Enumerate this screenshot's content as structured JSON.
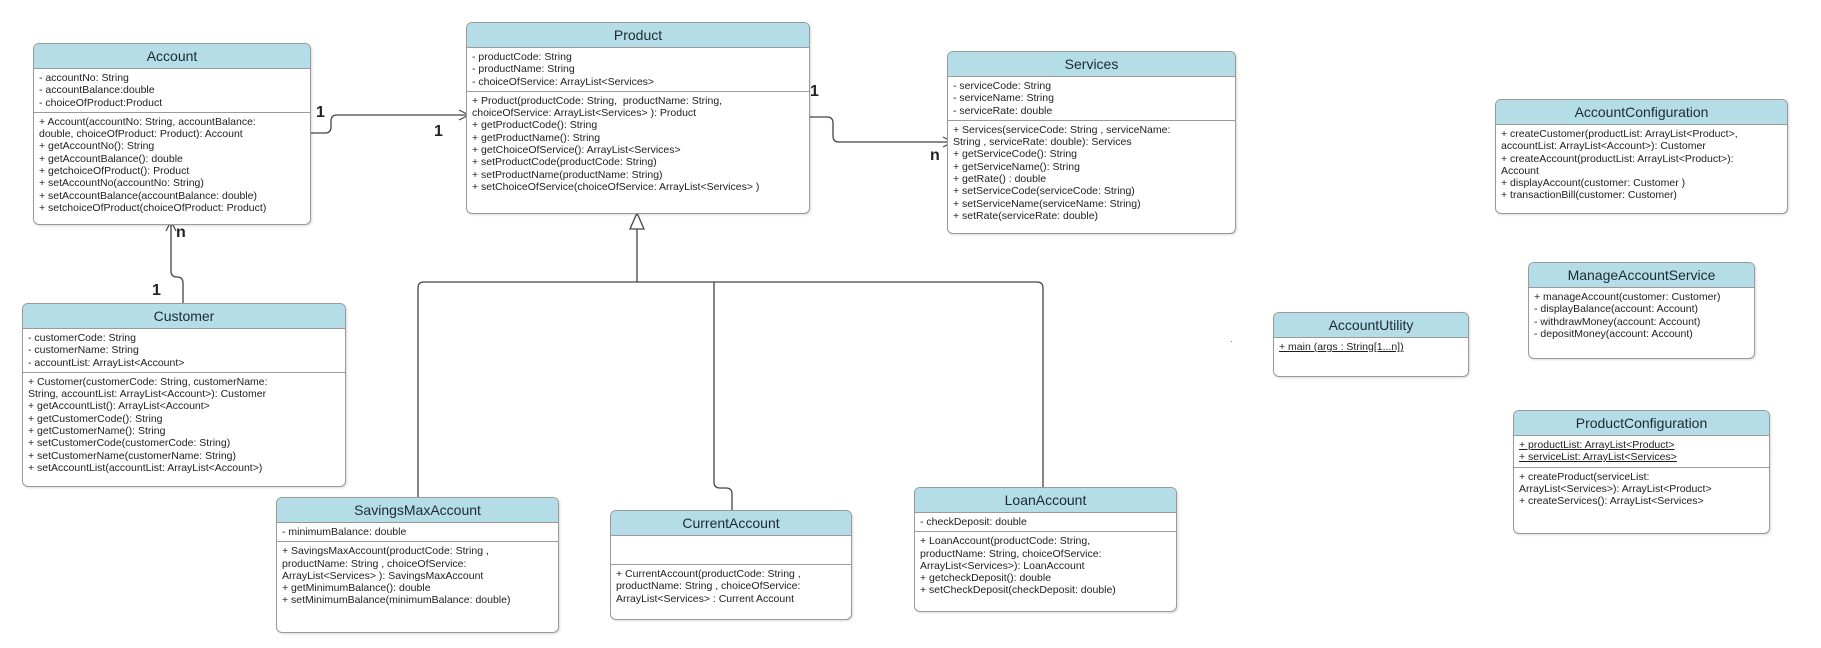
{
  "classes": {
    "account": {
      "name": "Account",
      "attributes": [
        "- accountNo: String",
        "- accountBalance:double",
        "- choiceOfProduct:Product"
      ],
      "operations": [
        "+ Account(accountNo: String, accountBalance:",
        "double, choiceOfProduct: Product): Account",
        "+ getAccountNo(): String",
        "+ getAccountBalance(): double",
        "+ getchoiceOfProduct(): Product",
        "+ setAccountNo(accountNo: String)",
        "+ setAccountBalance(accountBalance: double)",
        "+ setchoiceOfProduct(choiceOfProduct: Product)"
      ]
    },
    "product": {
      "name": "Product",
      "attributes": [
        "- productCode: String",
        "- productName: String",
        "- choiceOfService: ArrayList<Services>"
      ],
      "operations": [
        "+ Product(productCode: String,  productName: String,",
        "choiceOfService: ArrayList<Services> ): Product",
        "+ getProductCode(): String",
        "+ getProductName(): String",
        "+ getChoiceOfService(): ArrayList<Services>",
        "+ setProductCode(productCode: String)",
        "+ setProductName(productName: String)",
        "+ setChoiceOfService(choiceOfService: ArrayList<Services> )"
      ]
    },
    "services": {
      "name": "Services",
      "attributes": [
        "- serviceCode: String",
        "- serviceName: String",
        "- serviceRate: double"
      ],
      "operations": [
        "+ Services(serviceCode: String , serviceName:",
        "String , serviceRate: double): Services",
        "+ getServiceCode(): String",
        "+ getServiceName(): String",
        "+ getRate() : double",
        "+ setServiceCode(serviceCode: String)",
        "+ setServiceName(serviceName: String)",
        "+ setRate(serviceRate: double)"
      ]
    },
    "customer": {
      "name": "Customer",
      "attributes": [
        "- customerCode: String",
        "- customerName: String",
        "- accountList: ArrayList<Account>"
      ],
      "operations": [
        "+ Customer(customerCode: String, customerName:",
        "String, accountList: ArrayList<Account>): Customer",
        "+ getAccountList(): ArrayList<Account>",
        "+ getCustomerCode(): String",
        "+ getCustomerName(): String",
        "+ setCustomerCode(customerCode: String)",
        "+ setCustomerName(customerName: String)",
        "+ setAccountList(accountList: ArrayList<Account>)"
      ]
    },
    "savings": {
      "name": "SavingsMaxAccount",
      "attributes": [
        "- minimumBalance: double"
      ],
      "operations": [
        "+ SavingsMaxAccount(productCode: String ,",
        "productName: String , choiceOfService:",
        "ArrayList<Services> ): SavingsMaxAccount",
        "+ getMinimumBalance(): double",
        "+ setMinimumBalance(minimumBalance: double)"
      ]
    },
    "current": {
      "name": "CurrentAccount",
      "attributes": [
        ""
      ],
      "operations": [
        "+ CurrentAccount(productCode: String ,",
        "productName: String , choiceOfService:",
        "ArrayList<Services> : Current Account"
      ]
    },
    "loan": {
      "name": "LoanAccount",
      "attributes": [
        "- checkDeposit: double"
      ],
      "operations": [
        "+ LoanAccount(productCode: String,",
        "productName: String, choiceOfService:",
        "ArrayList<Services>): LoanAccount",
        "+ getcheckDeposit(): double",
        "+ setCheckDeposit(checkDeposit: double)"
      ]
    },
    "accountConfiguration": {
      "name": "AccountConfiguration",
      "operations": [
        "+ createCustomer(productList: ArrayList<Product>,",
        "accountList: ArrayList<Account>): Customer",
        "+ createAccount(productList: ArrayList<Product>):",
        "Account",
        "+ displayAccount(customer: Customer )",
        "+ transactionBill(customer: Customer)"
      ]
    },
    "manageAccountService": {
      "name": "ManageAccountService",
      "operations": [
        "+ manageAccount(customer: Customer)",
        "- displayBalance(account: Account)",
        "- withdrawMoney(account: Account)",
        "- depositMoney(account: Account)"
      ]
    },
    "accountUtility": {
      "name": "AccountUtility",
      "operations": [
        "+ main (args : String[1...n])"
      ]
    },
    "productConfiguration": {
      "name": "ProductConfiguration",
      "attributes": [
        "+ productList: ArrayList<Product>",
        "+ serviceList: ArrayList<Services>"
      ],
      "operations": [
        "+ createProduct(serviceList:",
        "ArrayList<Services>): ArrayList<Product>",
        "+ createServices(): ArrayList<Services>"
      ]
    }
  },
  "multiplicities": {
    "account_product_account_end": "1",
    "account_product_product_end": "1",
    "product_services_product_end": "1",
    "product_services_services_end": "n",
    "customer_account_account_end": "n",
    "customer_account_customer_end": "1"
  },
  "colors": {
    "header": "#b4dde8",
    "border": "#9a9a9a",
    "line": "#444444"
  }
}
